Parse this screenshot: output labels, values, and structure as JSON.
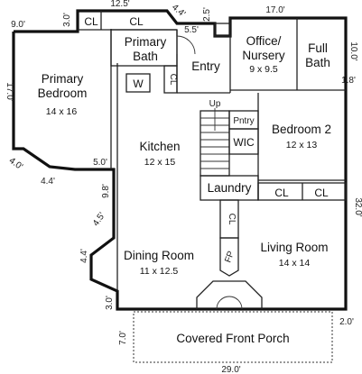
{
  "rooms": {
    "primary_bedroom": {
      "name_line1": "Primary",
      "name_line2": "Bedroom",
      "size": "14 x 16"
    },
    "primary_bath": {
      "name_line1": "Primary",
      "name_line2": "Bath"
    },
    "entry": {
      "name": "Entry"
    },
    "office": {
      "name_line1": "Office/",
      "name_line2": "Nursery",
      "size": "9 x 9.5"
    },
    "full_bath": {
      "name_line1": "Full",
      "name_line2": "Bath"
    },
    "kitchen": {
      "name": "Kitchen",
      "size": "12 x 15"
    },
    "bedroom2": {
      "name": "Bedroom 2",
      "size": "12 x 13"
    },
    "laundry": {
      "name": "Laundry"
    },
    "dining": {
      "name": "Dining Room",
      "size": "11 x 12.5"
    },
    "living": {
      "name": "Living Room",
      "size": "14 x 14"
    },
    "porch": {
      "name": "Covered Front Porch"
    }
  },
  "labels": {
    "closet": "CL",
    "washer": "W",
    "pantry": "Pntry",
    "wic": "WIC",
    "stairs_up": "Up",
    "fireplace": "FP"
  },
  "measurements": {
    "m_12_5": "12.5'",
    "m_9_0": "9.0'",
    "m_3_0_top": "3.0'",
    "m_4_4_top": "4.4'",
    "m_5_5": "5.5'",
    "m_2_5": "2.5'",
    "m_17_0_top": "17.0'",
    "m_17_0_left": "17.0'",
    "m_10_0": "10.0'",
    "m_1_8": "1.8'",
    "m_4_0": "4.0'",
    "m_4_4_mid": "4.4'",
    "m_5_0": "5.0'",
    "m_9_8": "9.8'",
    "m_4_5": "4.5'",
    "m_4_4_low": "4.4'",
    "m_3_0_low": "3.0'",
    "m_32_0": "32.0'",
    "m_7_0": "7.0'",
    "m_2_0": "2.0'",
    "m_29_0": "29.0'"
  }
}
